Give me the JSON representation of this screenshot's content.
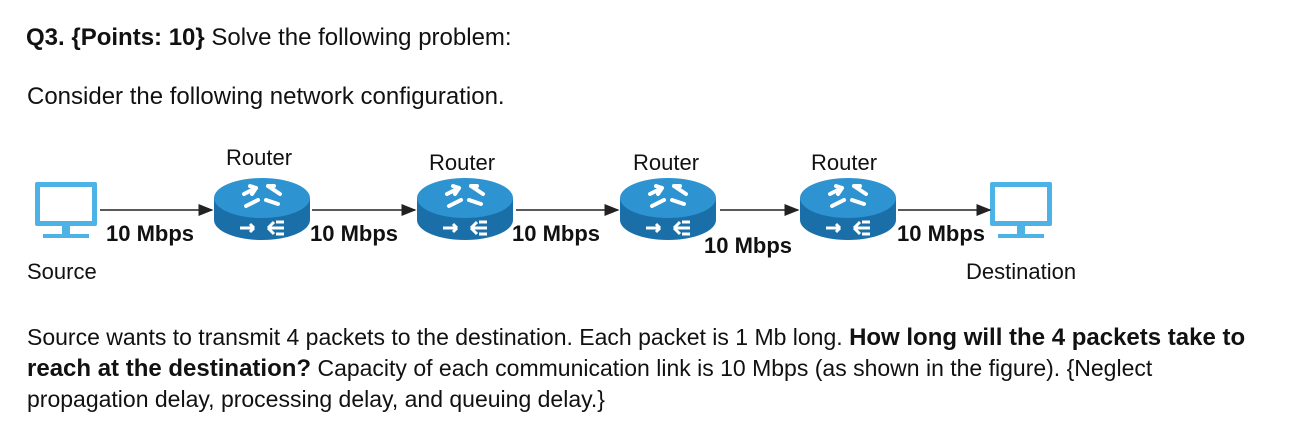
{
  "question": {
    "number": "Q3.",
    "points": "{Points: 10}",
    "instruction": "Solve the following problem:"
  },
  "intro": "Consider the following network configuration.",
  "diagram": {
    "routers": [
      "Router",
      "Router",
      "Router",
      "Router"
    ],
    "links": [
      "10 Mbps",
      "10 Mbps",
      "10 Mbps",
      "10 Mbps",
      "10 Mbps"
    ],
    "source_label": "Source",
    "destination_label": "Destination",
    "colors": {
      "router_body": "#1f77b4",
      "router_top": "#2f9ad6",
      "monitor": "#4db3e6",
      "arrow": "#222222"
    }
  },
  "problem": {
    "part1": "Source wants to transmit 4 packets to the destination. Each packet is 1 Mb long. ",
    "bold": "How long will the 4 packets take to reach at the destination?",
    "part2": " Capacity of each communication link is 10 Mbps (as shown in the figure). {Neglect propagation delay, processing delay, and queuing delay.}"
  }
}
